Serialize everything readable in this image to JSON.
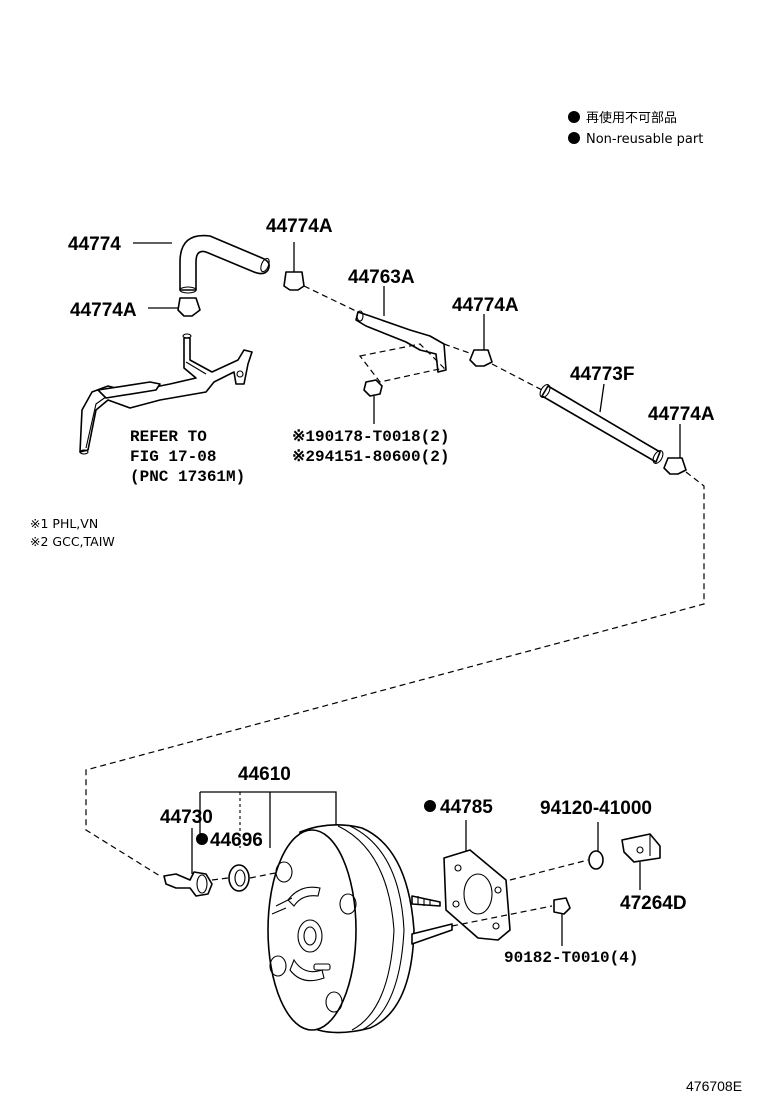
{
  "legend": {
    "line_jp": "再使用不可部品",
    "line_en": "Non-reusable part",
    "bullet_icon": "filled-circle-icon"
  },
  "parts": {
    "hose_44774": "44774",
    "clip_44774A_top": "44774A",
    "clip_44774A_left": "44774A",
    "bracket_44763A": "44763A",
    "clip_44774A_mid": "44774A",
    "hose_44773F": "44773F",
    "clip_44774A_right": "44774A",
    "booster_44610": "44610",
    "valve_44730": "44730",
    "grommet_44696": "44696",
    "gasket_44785": "44785",
    "bushing_94120": "94120-41000",
    "clevis_47264D": "47264D",
    "nut_90182": "90182-T0010(4)"
  },
  "fasteners": {
    "line1": "※190178-T0018(2)",
    "line2": "※294151-80600(2)"
  },
  "refer": {
    "line1": "REFER TO",
    "line2": "FIG 17-08",
    "line3": "(PNC 17361M)"
  },
  "footnotes": {
    "note1": "※1 PHL,VN",
    "note2": "※2 GCC,TAIW"
  },
  "figure_code": "476708E"
}
